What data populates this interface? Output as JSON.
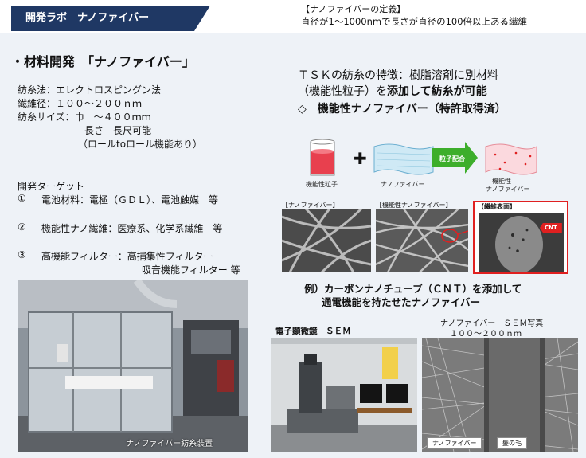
{
  "header": {
    "title": "開発ラボ　ナノファイバー",
    "definition_label": "【ナノファイバーの定義】",
    "definition_text": "直径が1～1000nmで長さが直径の100倍以上ある繊維"
  },
  "section_title": "・材料開発　「ナノファイバー」",
  "specs": [
    "紡糸法：エレクトロスピングン法",
    "繊維径：１００～２００ｎｍ",
    "紡糸サイズ：巾　～４００ｍｍ",
    "長さ　長尺可能",
    "（ロールtoロール機能あり）"
  ],
  "targets": {
    "heading": "開発ターゲット",
    "items": [
      {
        "num": "①",
        "text": "電池材料：電極（ＧＤＬ）、電池触媒　等"
      },
      {
        "num": "②",
        "text": "機能性ナノ繊維：医療系、化学系繊維　等"
      },
      {
        "num": "③",
        "text": "高機能フィルター：高捕集性フィルター"
      }
    ],
    "item3_line2": "吸音機能フィルター 等"
  },
  "features": {
    "line1": "ＴＳＫの紡糸の特徴：樹脂溶剤に別材料",
    "line2_plain": "（機能性粒子）を",
    "line2_bold": "添加して紡糸が可能",
    "line3": "◇　機能性ナノファイバー（特許取得済）"
  },
  "diagram": {
    "particle_label": "機能性粒子",
    "nanofiber_label": "ナノファイバー",
    "arrow_label": "粒子配合",
    "result_label_1": "機能性",
    "result_label_2": "ナノファイバー",
    "plus": "✚"
  },
  "sem_panels": {
    "p1": "【ナノファイバー】",
    "p2": "【機能性ナノファイバー】",
    "p3": "【繊維表面】",
    "cnt": "CNT"
  },
  "example": {
    "line1": "例）カーボンナノチューブ（ＣＮＴ）を添加して",
    "line2": "通電機能を持たせたナノファイバー"
  },
  "photos": {
    "machine_caption": "ナノファイバー紡糸装置",
    "sem_title": "電子顕微鏡　ＳＥＭ",
    "semphoto_title_1": "ナノファイバー　ＳＥＭ写真",
    "semphoto_title_2": "１００～２００ｎｍ",
    "label_nanofiber": "ナノファイバー",
    "label_hair": "髪の毛"
  },
  "colors": {
    "header_navy": "#1f3864",
    "arrow_green": "#3dae2b",
    "highlight_red": "#e02020"
  }
}
